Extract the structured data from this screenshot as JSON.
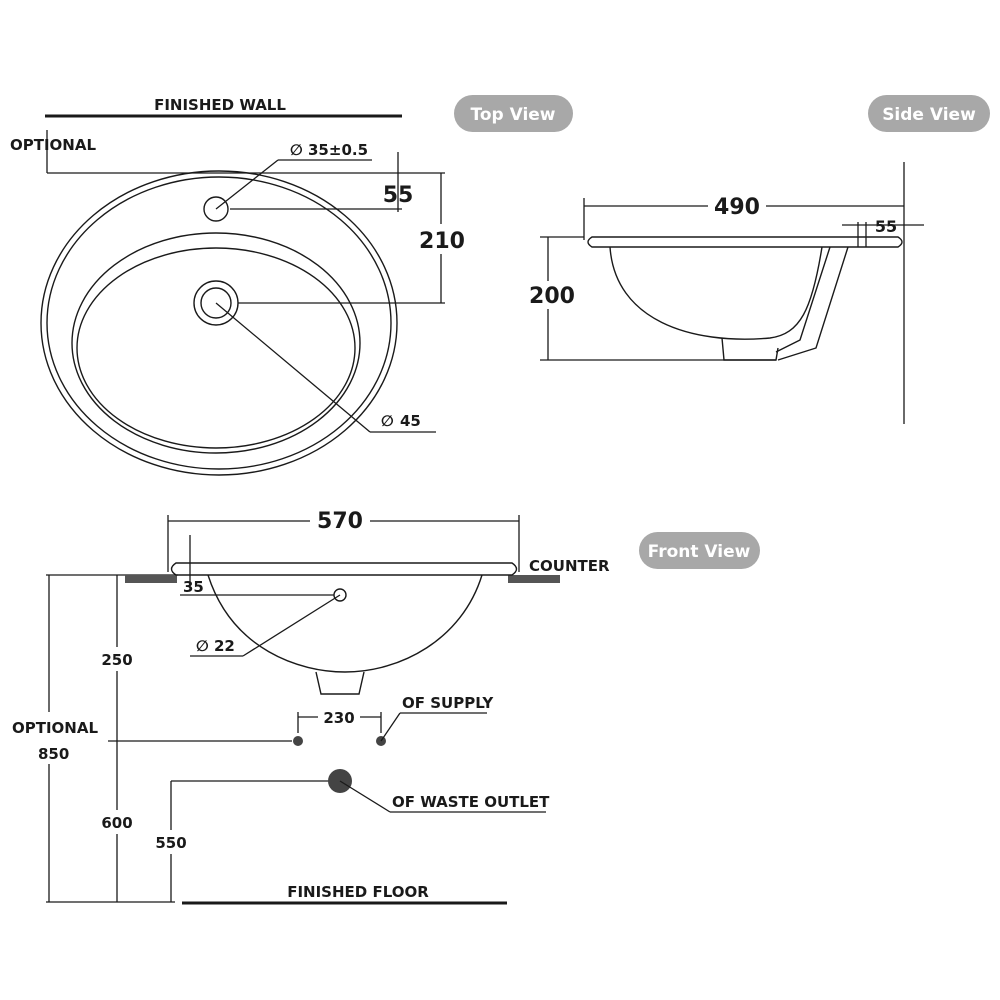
{
  "views": {
    "top_view": "Top View",
    "side_view": "Side View",
    "front_view": "Front View"
  },
  "labels": {
    "finished_wall": "FINISHED WALL",
    "optional_top": "OPTIONAL",
    "counter": "COUNTER",
    "of_supply": "OF SUPPLY",
    "of_waste_outlet": "OF WASTE OUTLET",
    "finished_floor": "FINISHED FLOOR",
    "optional_front": "OPTIONAL"
  },
  "dimensions": {
    "tap_hole_diameter": "35±0.5",
    "wall_to_tap_hole": "55",
    "wall_to_drain": "210",
    "drain_diameter": "45",
    "side_depth": "490",
    "side_tap_offset": "55",
    "side_height": "200",
    "front_width": "570",
    "overflow_offset": "35",
    "overflow_diameter": "22",
    "counter_to_supply": "250",
    "supply_spacing": "230",
    "total_height": "850",
    "supply_height": "600",
    "waste_height": "550"
  },
  "colors": {
    "line": "#1a1a1a",
    "pill": "#a8a8a8",
    "counter_block": "#555555",
    "supply_dot": "#444444"
  }
}
